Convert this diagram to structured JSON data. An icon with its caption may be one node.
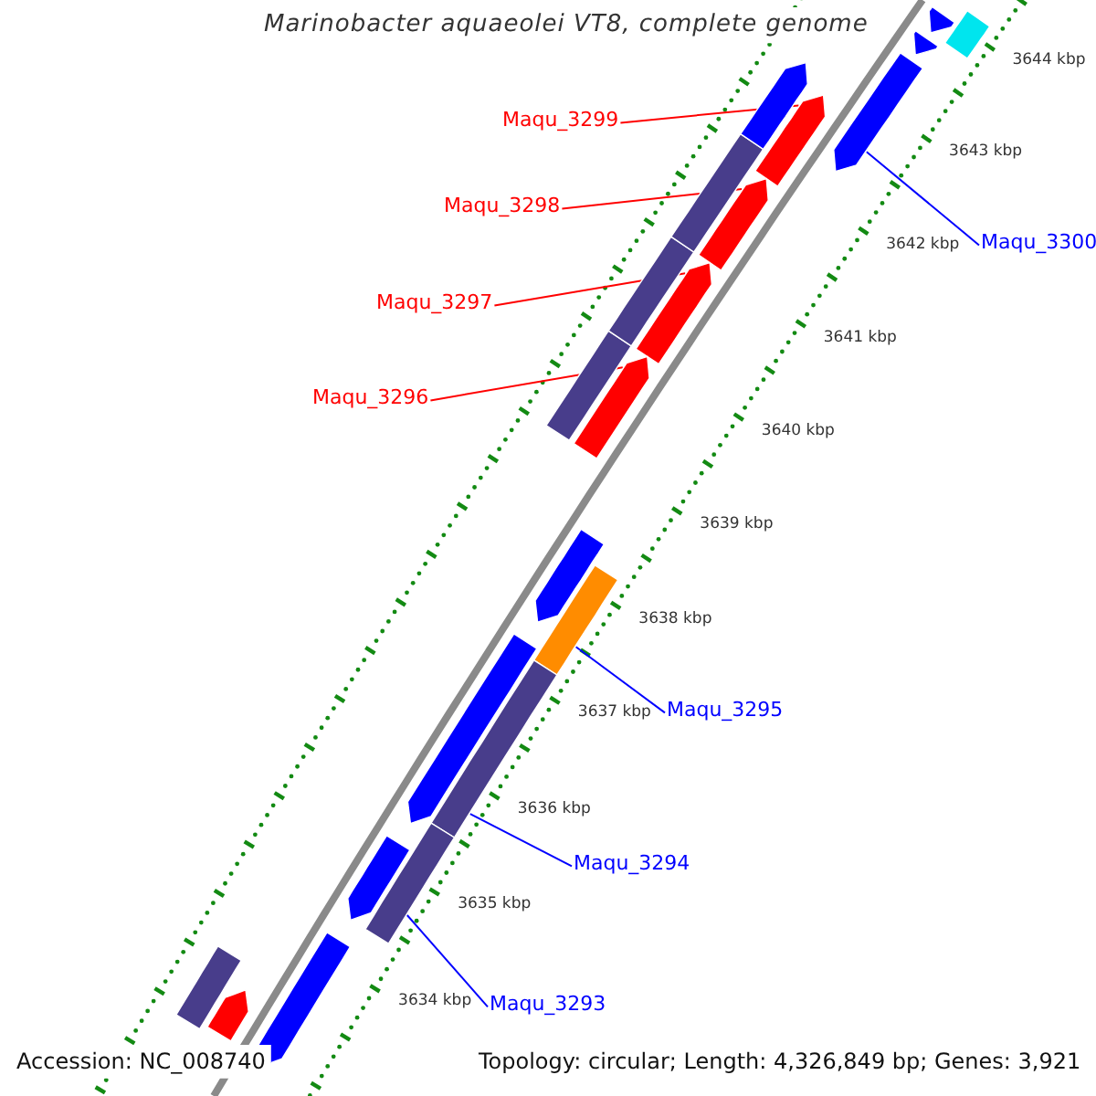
{
  "diagram": {
    "title": "Marinobacter aquaeolei VT8, complete genome",
    "nodes": [
      {
        "text": [
          "Maqu_3299"
        ]
      },
      {
        "text": [
          "Maqu_3298"
        ]
      },
      {
        "text": [
          "Maqu_3297"
        ]
      },
      {
        "text": [
          "Maqu_3296"
        ]
      },
      {
        "text": [
          "Maqu_3300"
        ]
      },
      {
        "text": [
          "Maqu_3295"
        ]
      },
      {
        "text": [
          "Maqu_3294"
        ]
      },
      {
        "text": [
          "Maqu_3293"
        ]
      },
      {
        "text": [],
        "shape": "arrow"
      },
      {
        "text": [],
        "shape": "arrow"
      },
      {
        "text": [],
        "shape": "arrow"
      },
      {
        "text": [],
        "shape": "arrow"
      },
      {
        "text": [],
        "shape": "arrow"
      },
      {
        "text": [],
        "shape": "bar"
      },
      {
        "text": [],
        "shape": "bar"
      },
      {
        "text": [],
        "shape": "bar"
      },
      {
        "text": [],
        "shape": "arrow"
      },
      {
        "text": [],
        "shape": "arrow"
      },
      {
        "text": [],
        "shape": "arrow"
      },
      {
        "text": [],
        "shape": "arrow"
      },
      {
        "text": [],
        "shape": "arrow"
      },
      {
        "text": [],
        "shape": "arrow"
      },
      {
        "text": [],
        "shape": "bar"
      },
      {
        "text": [],
        "shape": "arrow"
      },
      {
        "text": [],
        "shape": "bar"
      },
      {
        "text": [],
        "shape": "bar"
      },
      {
        "text": [],
        "shape": "bar"
      },
      {
        "text": [],
        "shape": "bar"
      },
      {
        "text": [],
        "shape": "arrow"
      }
    ],
    "edges": [
      {
        "from": 0,
        "to": 8,
        "arrow": "none",
        "color": "#ff0000"
      },
      {
        "from": 1,
        "to": 9,
        "arrow": "none",
        "color": "#ff0000"
      },
      {
        "from": 2,
        "to": 10,
        "arrow": "none",
        "color": "#ff0000"
      },
      {
        "from": 3,
        "to": 11,
        "arrow": "none",
        "color": "#ff0000"
      },
      {
        "from": 4,
        "to": 12,
        "arrow": "none",
        "color": "#0000ff"
      },
      {
        "from": 5,
        "to": 13,
        "arrow": "none",
        "color": "#0000ff"
      },
      {
        "from": 6,
        "to": 14,
        "arrow": "none",
        "color": "#0000ff"
      },
      {
        "from": 7,
        "to": 15,
        "arrow": "none",
        "color": "#0000ff"
      }
    ],
    "labels": [
      "3644 kbp",
      "3643 kbp",
      "3642 kbp",
      "3641 kbp",
      "3640 kbp",
      "3639 kbp",
      "3638 kbp",
      "3637 kbp",
      "3636 kbp",
      "3635 kbp",
      "3634 kbp",
      "Accession: NC_008740",
      "Topology: circular; Length: 4,326,849 bp; Genes: 3,921"
    ]
  }
}
